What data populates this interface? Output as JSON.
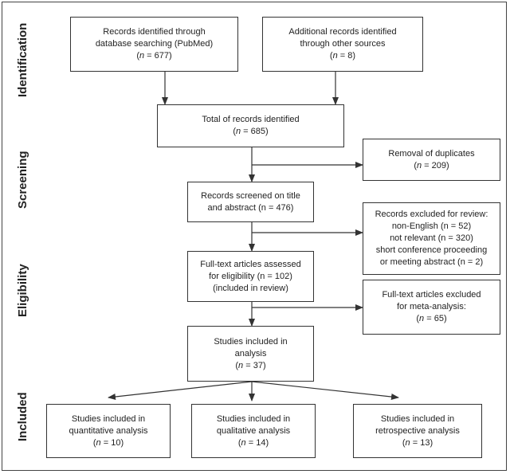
{
  "phases": {
    "identification": "Identification",
    "screening": "Screening",
    "eligibility": "Eligibility",
    "included": "Included"
  },
  "boxes": {
    "pubmed": {
      "line1": "Records identified through",
      "line2": "database searching (PubMed)",
      "n": "677"
    },
    "other": {
      "line1": "Additional records identified",
      "line2": "through other sources",
      "n": "8"
    },
    "total": {
      "line1": "Total of records identified",
      "n": "685"
    },
    "duplicates": {
      "line1": "Removal of duplicates",
      "n": "209"
    },
    "screened": {
      "line1": "Records screened on title",
      "line2": "and abstract (n = 476)"
    },
    "excluded_review": {
      "line1": "Records excluded for review:",
      "line2": "non-English (n = 52)",
      "line3": "not relevant (n = 320)",
      "line4": "short conference proceeding",
      "line5": "or meeting abstract (n = 2)"
    },
    "fulltext": {
      "line1": "Full-text articles assessed",
      "line2": "for eligibility (n = 102)",
      "line3": "(included in review)"
    },
    "excluded_meta": {
      "line1": "Full-text articles excluded",
      "line2": "for meta-analysis:",
      "n": "65"
    },
    "analysis": {
      "line1": "Studies included in",
      "line2": "analysis",
      "n": "37"
    },
    "quantitative": {
      "line1": "Studies included in",
      "line2": "quantitative analysis",
      "n": "10"
    },
    "qualitative": {
      "line1": "Studies included in",
      "line2": "qualitative analysis",
      "n": "14"
    },
    "retrospective": {
      "line1": "Studies included in",
      "line2": "retrospective analysis",
      "n": "13"
    }
  },
  "n_prefix": "n",
  "n_equals": " = "
}
